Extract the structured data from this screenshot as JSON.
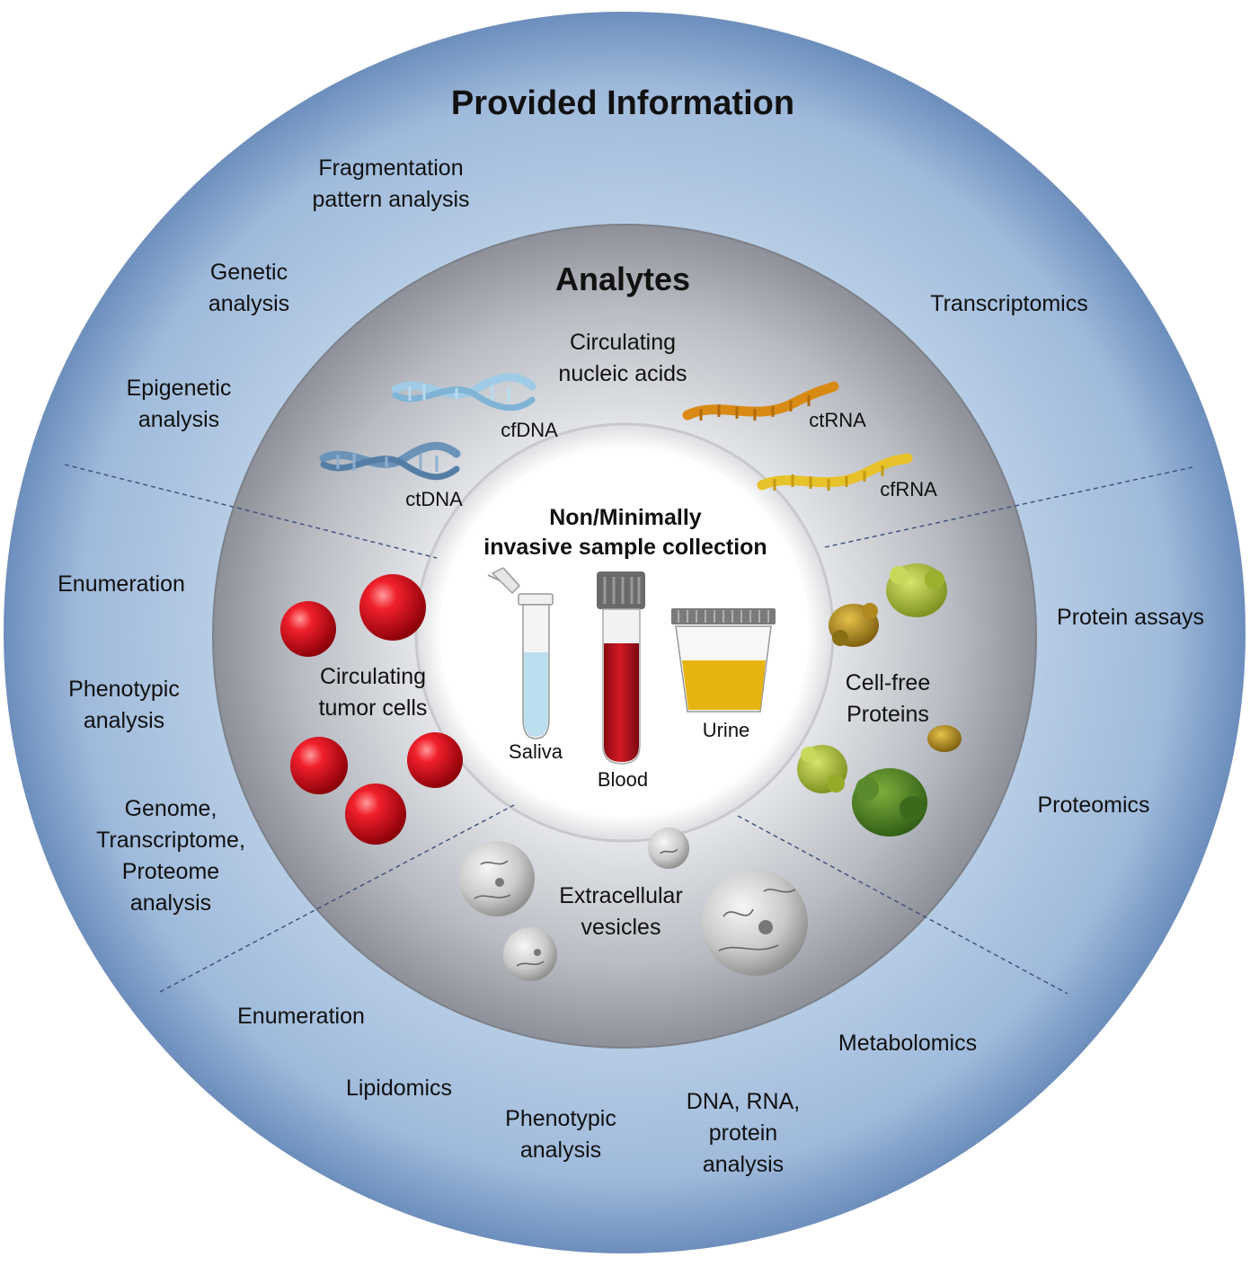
{
  "outer_ring": {
    "title": "Provided Information",
    "cfna_info": [
      [
        "Fragmentation",
        "pattern analysis"
      ],
      [
        "Genetic",
        "analysis"
      ],
      [
        "Epigenetic",
        "analysis"
      ],
      [
        "Transcriptomics"
      ]
    ],
    "ctc_info": [
      [
        "Enumeration"
      ],
      [
        "Phenotypic",
        "analysis"
      ],
      [
        "Genome,",
        "Transcriptome,",
        "Proteome",
        "analysis"
      ]
    ],
    "ev_info": [
      [
        "Enumeration"
      ],
      [
        "Lipidomics"
      ],
      [
        "Phenotypic",
        "analysis"
      ],
      [
        "DNA, RNA,",
        "protein",
        "analysis"
      ],
      [
        "Metabolomics"
      ]
    ],
    "protein_info": [
      [
        "Protein assays"
      ],
      [
        "Proteomics"
      ]
    ]
  },
  "middle_ring": {
    "title": "Analytes",
    "nucleic_acids": {
      "group_label": [
        "Circulating",
        "nucleic acids"
      ],
      "items": [
        "cfDNA",
        "ctDNA",
        "ctRNA",
        "cfRNA"
      ]
    },
    "ctc": [
      "Circulating",
      "tumor cells"
    ],
    "proteins": [
      "Cell-free",
      "Proteins"
    ],
    "vesicles": [
      "Extracellular",
      "vesicles"
    ]
  },
  "center": {
    "title": [
      "Non/Minimally",
      "invasive sample collection"
    ],
    "samples": [
      "Saliva",
      "Blood",
      "Urine"
    ]
  },
  "colors": {
    "outer_ring": "#9db8d8",
    "middle_ring": "#a7aab1",
    "center": "#ffffff",
    "blood": "#c8101e",
    "urine": "#e6b40f",
    "saliva": "#bcdff0",
    "ctc": "#e0101c"
  }
}
